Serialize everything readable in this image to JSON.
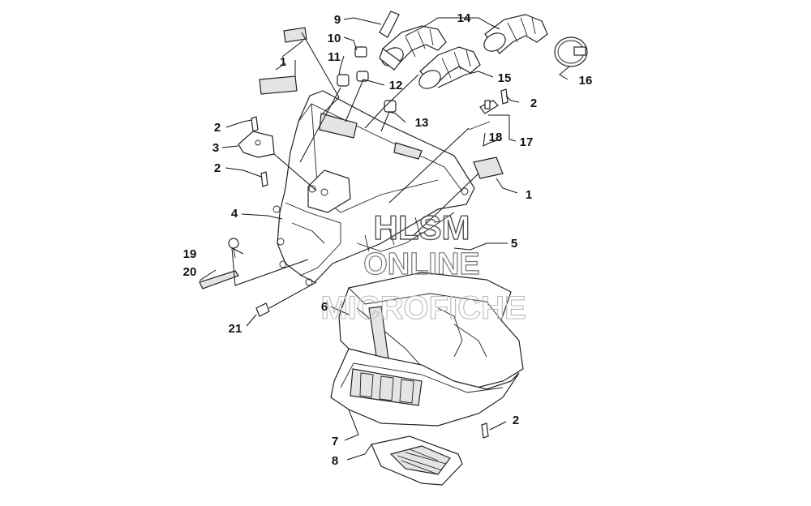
{
  "watermark": {
    "line1": "HLSM",
    "line2": "ONLINE",
    "line3": "MICROFICHE"
  },
  "callouts": {
    "c1a": "1",
    "c1b": "1",
    "c2a": "2",
    "c2b": "2",
    "c2c": "2",
    "c2d": "2",
    "c3": "3",
    "c4": "4",
    "c5": "5",
    "c6": "6",
    "c7": "7",
    "c8": "8",
    "c9": "9",
    "c10": "10",
    "c11": "11",
    "c12": "12",
    "c13": "13",
    "c14": "14",
    "c15": "15",
    "c16": "16",
    "c17": "17",
    "c18": "18",
    "c19": "19",
    "c20": "20",
    "c21": "21"
  }
}
